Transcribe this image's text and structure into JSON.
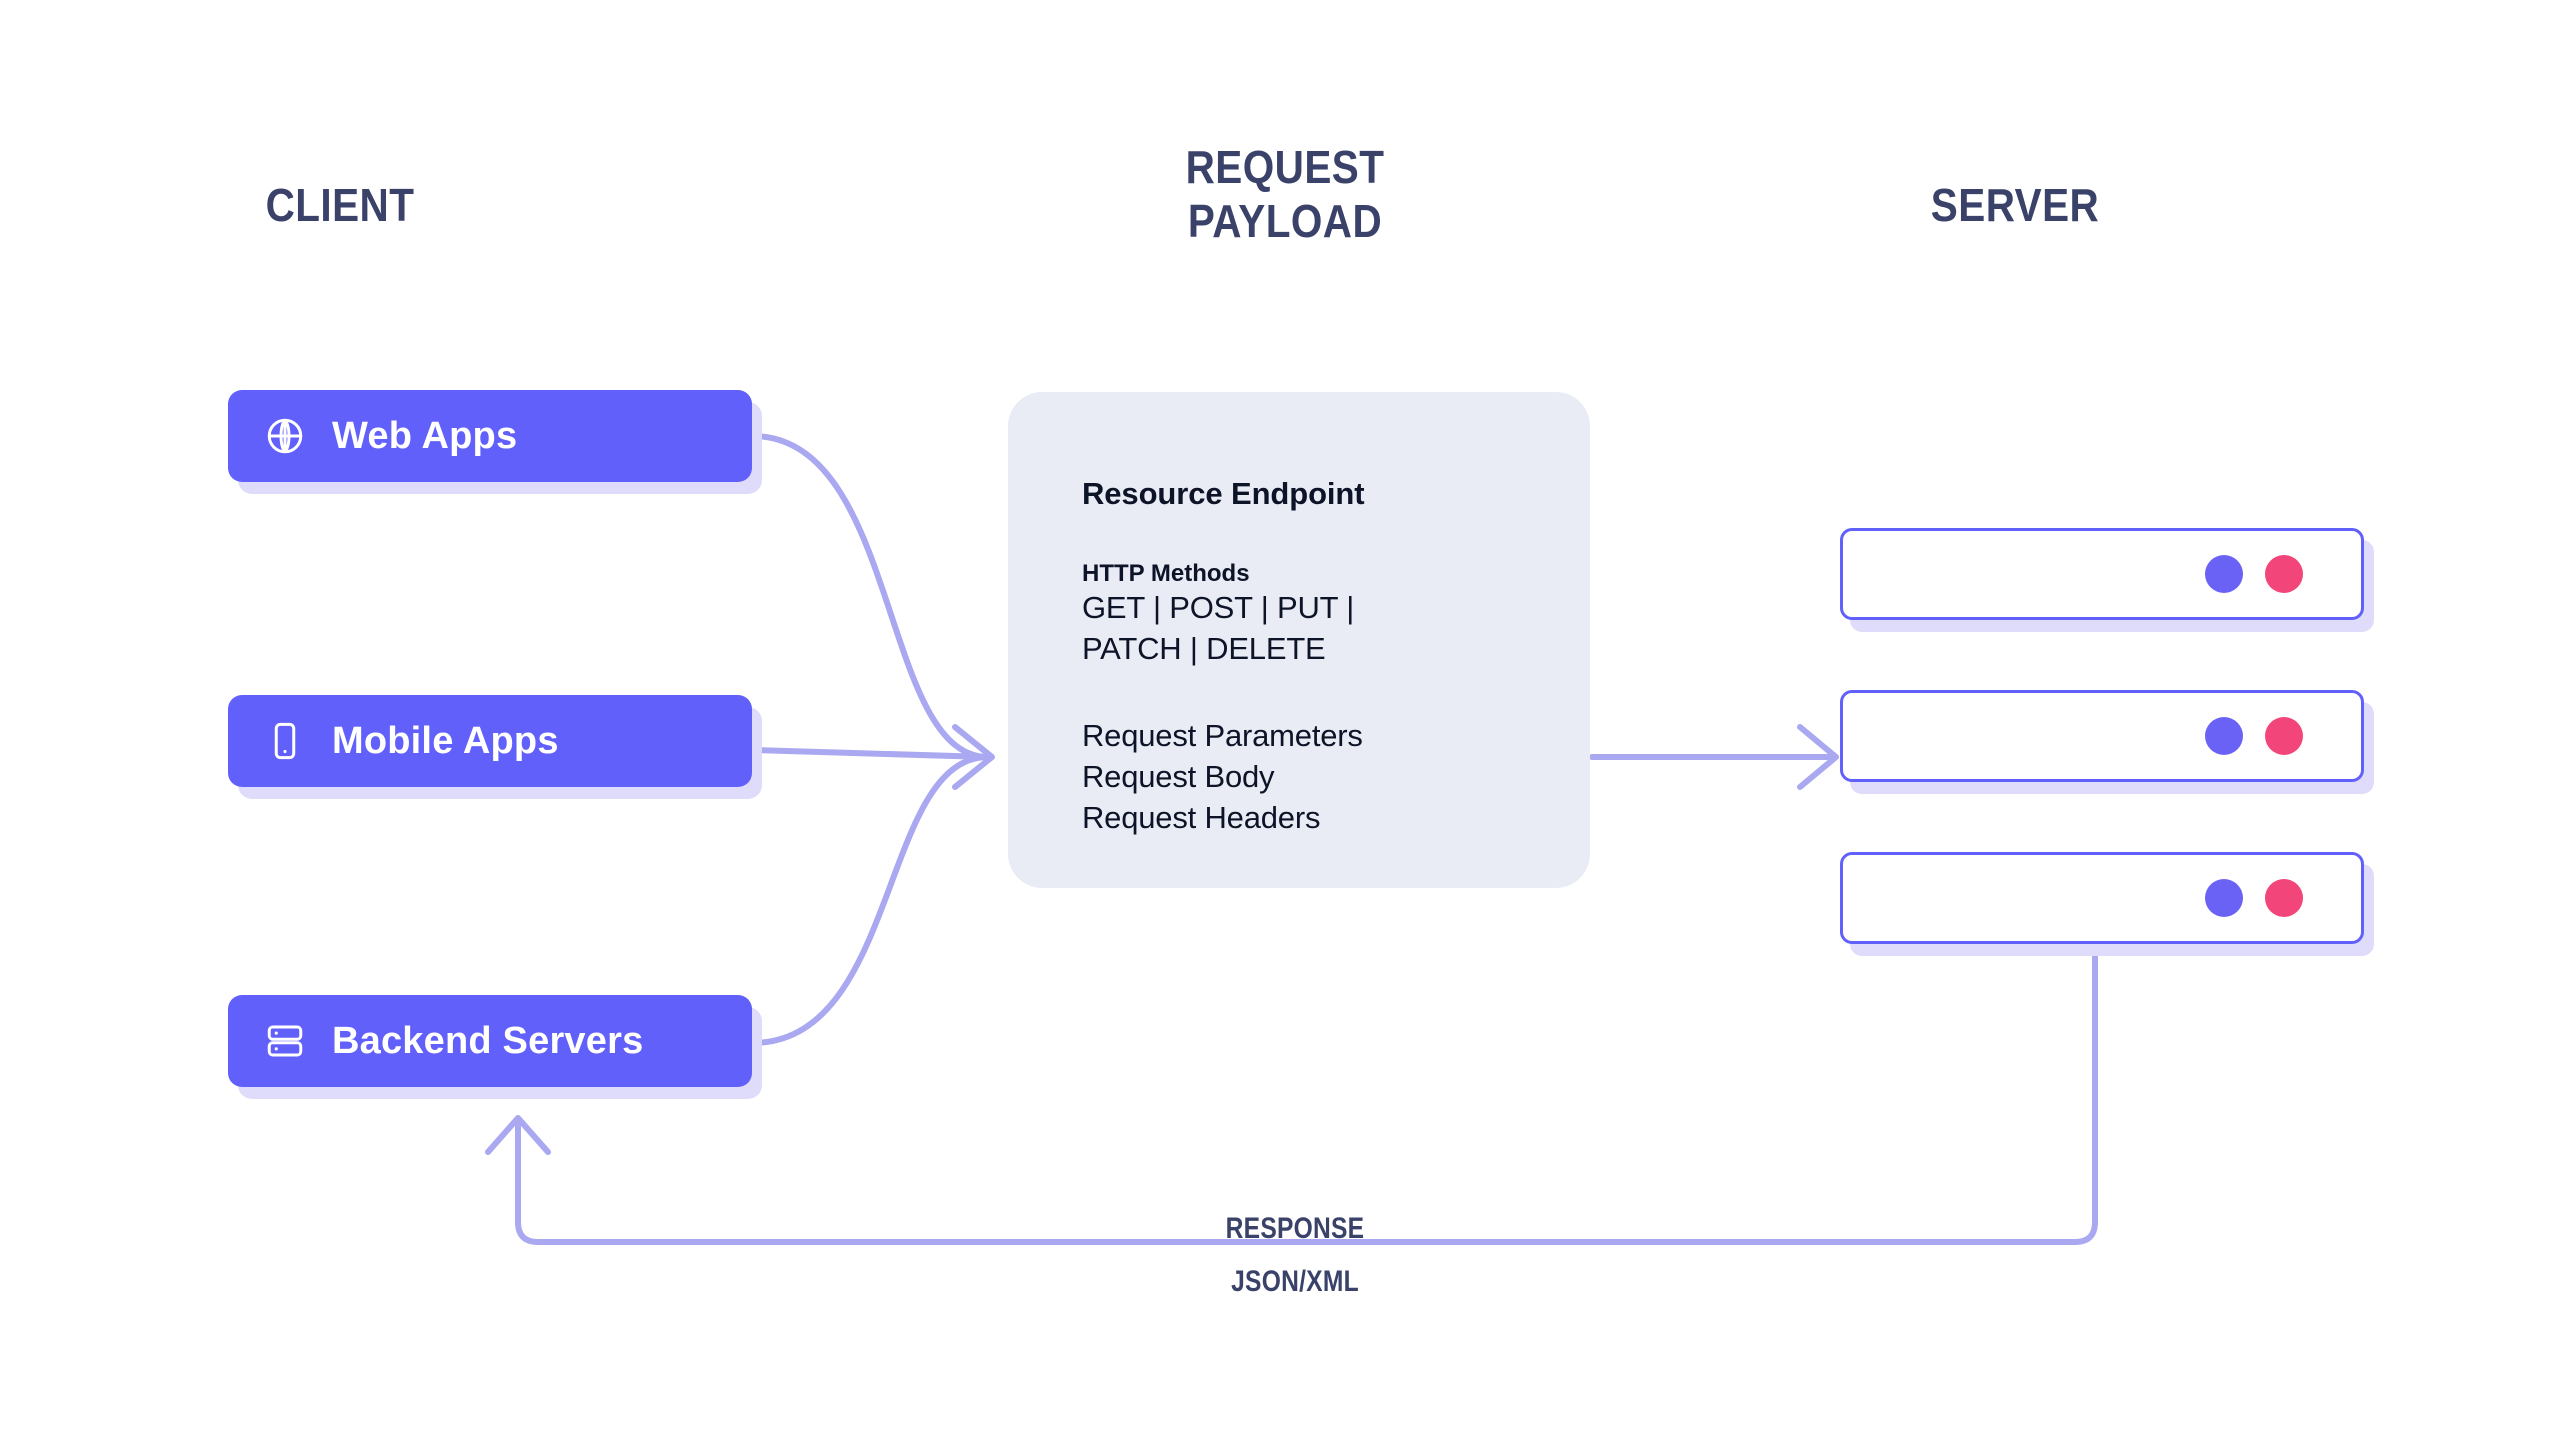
{
  "headers": {
    "client": "CLIENT",
    "payload_line1": "REQUEST",
    "payload_line2": "PAYLOAD",
    "server": "SERVER"
  },
  "client_nodes": [
    {
      "id": "web-apps",
      "label": "Web Apps",
      "icon": "globe-icon"
    },
    {
      "id": "mobile-apps",
      "label": "Mobile Apps",
      "icon": "mobile-phone-icon"
    },
    {
      "id": "backend-servers",
      "label": "Backend Servers",
      "icon": "server-rack-icon"
    }
  ],
  "payload": {
    "title": "Resource Endpoint",
    "methods_label": "HTTP Methods",
    "methods_line1": "GET | POST | PUT |",
    "methods_line2": "PATCH | DELETE",
    "items": [
      "Request Parameters",
      "Request Body",
      "Request Headers"
    ]
  },
  "server_nodes": [
    {
      "id": "server-1",
      "dots": [
        "purple",
        "pink"
      ]
    },
    {
      "id": "server-2",
      "dots": [
        "purple",
        "pink"
      ]
    },
    {
      "id": "server-3",
      "dots": [
        "purple",
        "pink"
      ]
    }
  ],
  "response": {
    "line1": "RESPONSE",
    "line2": "JSON/XML"
  },
  "colors": {
    "heading_navy": "#3a4269",
    "pill_purple": "#6260fb",
    "pill_shadow": "#dedcfa",
    "card_background": "#e9ecf5",
    "card_text": "#0e1428",
    "connector_lavender": "#aaa8f0",
    "dot_purple": "#6a62f5",
    "dot_pink": "#f2457a",
    "page_background": "#ffffff"
  }
}
